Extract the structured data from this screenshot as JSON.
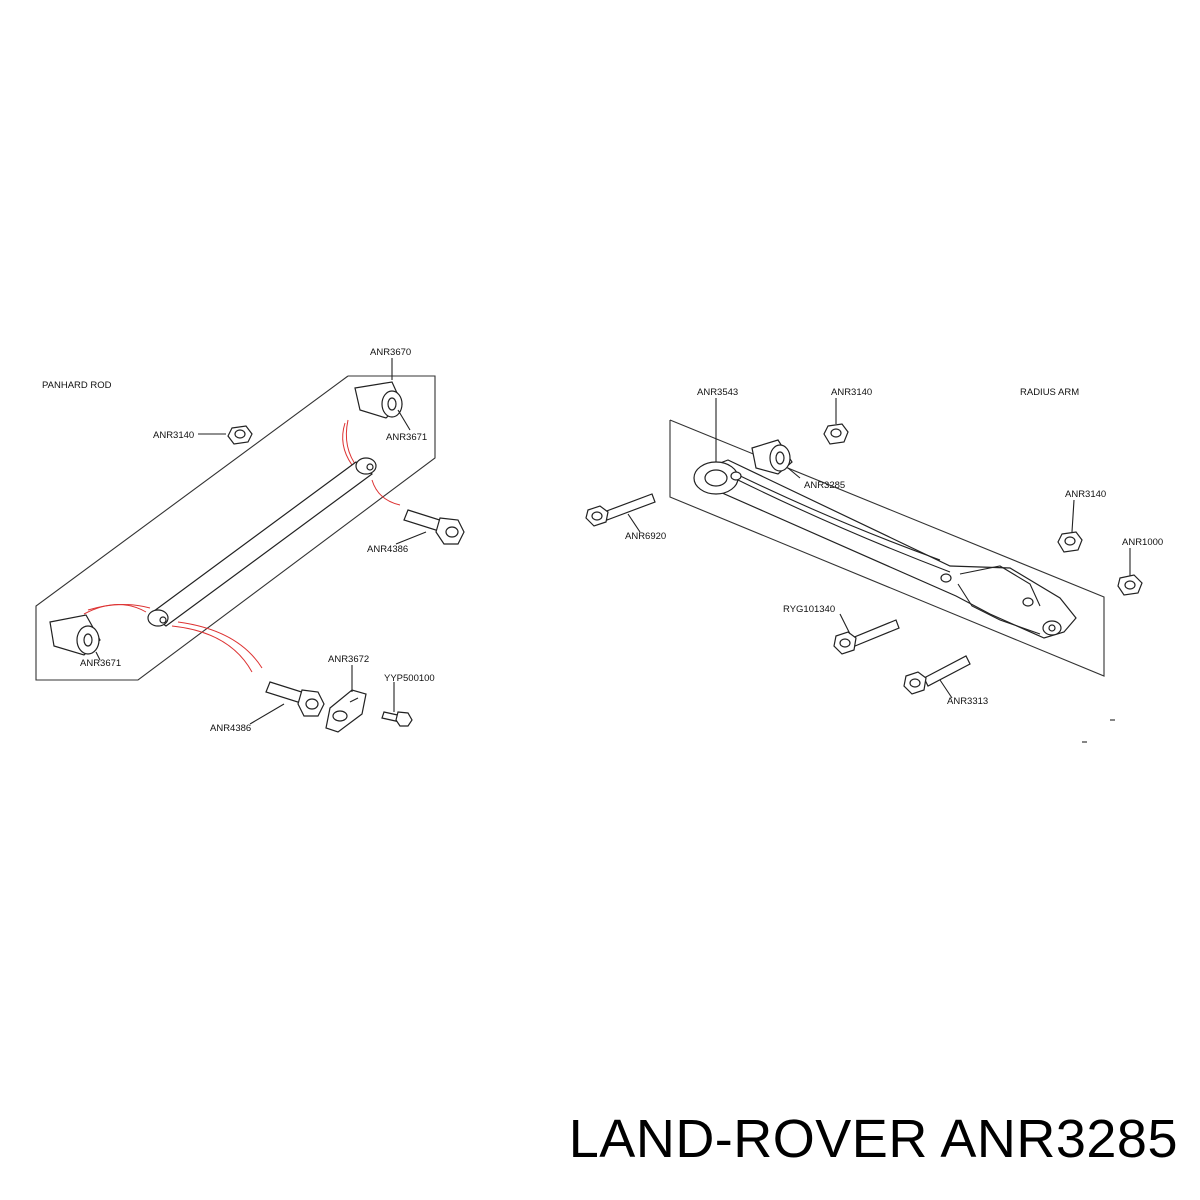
{
  "sections": {
    "panhard_title": "PANHARD ROD",
    "radius_title": "RADIUS ARM"
  },
  "labels": {
    "anr3670": "ANR3670",
    "anr3140_left": "ANR3140",
    "anr3671_top": "ANR3671",
    "anr4386_right": "ANR4386",
    "anr3671_left": "ANR3671",
    "anr3672": "ANR3672",
    "yyp500100": "YYP500100",
    "anr4386_bottom": "ANR4386",
    "anr3543": "ANR3543",
    "anr3140_top": "ANR3140",
    "anr3285": "ANR3285",
    "anr6920": "ANR6920",
    "anr3140_right": "ANR3140",
    "anr1000": "ANR1000",
    "ryg101340": "RYG101340",
    "anr3313": "ANR3313"
  },
  "footer": {
    "text": "LAND-ROVER ANR3285"
  }
}
